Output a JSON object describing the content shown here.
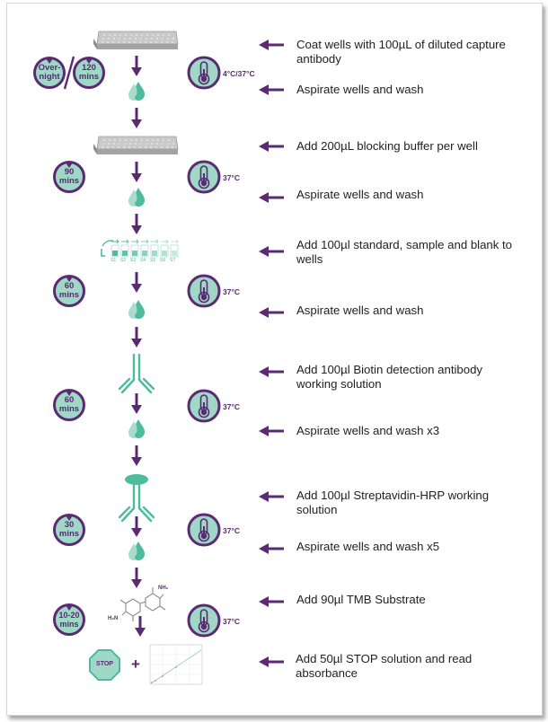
{
  "title": "ELISA protocol workflow",
  "colors": {
    "accent_purple": "#5a2a72",
    "teal": "#4dbb9c",
    "teal_light": "#9fd8c6",
    "text": "#222222"
  },
  "steps": [
    {
      "text": "Coat wells with 100µL of diluted capture antibody",
      "icon": "microplate-icon"
    },
    {
      "text": "Aspirate wells and wash",
      "icon": "wash-drop-icon"
    },
    {
      "text": "Add 200µL blocking buffer per well",
      "icon": "microplate-icon"
    },
    {
      "text": "Aspirate wells and wash",
      "icon": "wash-drop-icon"
    },
    {
      "text": "Add 100µl standard, sample and blank to wells",
      "icon": "serial-dilution-icon"
    },
    {
      "text": "Aspirate wells and wash",
      "icon": "wash-drop-icon"
    },
    {
      "text": "Add 100µl Biotin detection antibody working solution",
      "icon": "antibody-icon"
    },
    {
      "text": "Aspirate wells and wash x3",
      "icon": "wash-drop-icon"
    },
    {
      "text": "Add 100µl Streptavidin-HRP working solution",
      "icon": "streptavidin-antibody-icon"
    },
    {
      "text": "Aspirate wells and wash x5",
      "icon": "wash-drop-icon"
    },
    {
      "text": "Add 90µl TMB Substrate",
      "icon": "tmb-molecule-icon"
    },
    {
      "text": "Add 50µl STOP solution and read absorbance",
      "icon": "stop-sign-icon"
    }
  ],
  "incubations": [
    {
      "time_a": "Over-\nnight",
      "time_b": "120\nmins",
      "temp": "4°C/37°C"
    },
    {
      "time": "90\nmins",
      "temp": "37°C"
    },
    {
      "time": "60\nmins",
      "temp": "37°C"
    },
    {
      "time": "60\nmins",
      "temp": "37°C"
    },
    {
      "time": "30\nmins",
      "temp": "37°C"
    },
    {
      "time": "10-20\nmins",
      "temp": "37°C"
    }
  ],
  "dilution_labels": [
    "S1",
    "S2",
    "S3",
    "S4",
    "S5",
    "S6",
    "S7"
  ],
  "tmb": {
    "label_top": "NH₂",
    "label_bottom": "H₂N"
  },
  "stop": {
    "label": "STOP",
    "plus": "+"
  }
}
